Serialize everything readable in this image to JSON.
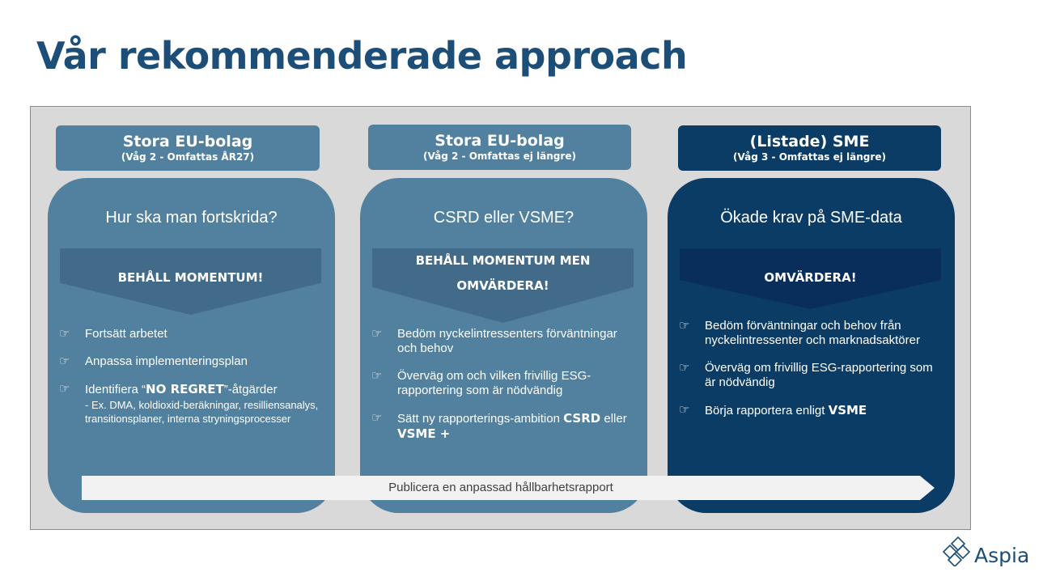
{
  "title": "Vår rekommenderade approach",
  "colors": {
    "title": "#1d4e77",
    "card_light": "#52809f",
    "card_dark": "#0b3c66",
    "chevron_light": "#426b89",
    "chevron_dark": "#0a2e5c"
  },
  "columns": [
    {
      "header_title": "Stora EU-bolag",
      "header_sub": "(Våg 2 - Omfattas ÅR27)",
      "question": "Hur ska man fortskrida?",
      "chevron_line1": "BEHÅLL MOMENTUM!",
      "chevron_line2": "",
      "bullets": [
        {
          "icon": "hand-point-icon",
          "pre": "Fortsätt arbetet",
          "bold": "",
          "post": "",
          "sub": ""
        },
        {
          "icon": "hand-point-icon",
          "pre": "Anpassa implementeringsplan",
          "bold": "",
          "post": "",
          "sub": ""
        },
        {
          "icon": "hand-point-icon",
          "pre": "Identifiera “",
          "bold": "NO REGRET",
          "post": "”-åtgärder",
          "sub": "  - Ex. DMA, koldioxid-beräkningar, resilliensanalys, transitionsplaner, interna stryningsprocesser"
        }
      ]
    },
    {
      "header_title": "Stora EU-bolag",
      "header_sub": "(Våg 2 - Omfattas ej längre)",
      "question": "CSRD eller VSME?",
      "chevron_line1": "BEHÅLL MOMENTUM MEN",
      "chevron_line2": "OMVÄRDERA!",
      "bullets": [
        {
          "icon": "hand-point-icon",
          "pre": "Bedöm nyckelintressenters förväntningar och behov",
          "bold": "",
          "post": "",
          "sub": ""
        },
        {
          "icon": "hand-point-icon",
          "pre": "Överväg om och vilken frivillig ESG-rapportering som är nödvändig",
          "bold": "",
          "post": "",
          "sub": ""
        },
        {
          "icon": "hand-point-icon",
          "pre": "Sätt ny rapporterings-ambition ",
          "bold": "CSRD",
          "post": " eller ",
          "bold2": "VSME +",
          "sub": ""
        }
      ]
    },
    {
      "header_title": "(Listade) SME",
      "header_sub": "(Våg 3 - Omfattas ej längre)",
      "question": "Ökade krav på SME-data",
      "chevron_line1": "OMVÄRDERA!",
      "chevron_line2": "",
      "bullets": [
        {
          "icon": "hand-point-icon",
          "pre": "Bedöm förväntningar och behov från nyckelintressenter och marknadsaktörer",
          "bold": "",
          "post": "",
          "sub": ""
        },
        {
          "icon": "hand-point-icon",
          "pre": "Överväg om frivillig ESG-rapportering som är nödvändig",
          "bold": "",
          "post": "",
          "sub": ""
        },
        {
          "icon": "hand-point-icon",
          "pre": "Börja rapportera enligt ",
          "bold": "VSME",
          "post": "",
          "sub": ""
        }
      ]
    }
  ],
  "bottom_arrow": "Publicera en anpassad hållbarhetsrapport",
  "logo": "Aspia"
}
